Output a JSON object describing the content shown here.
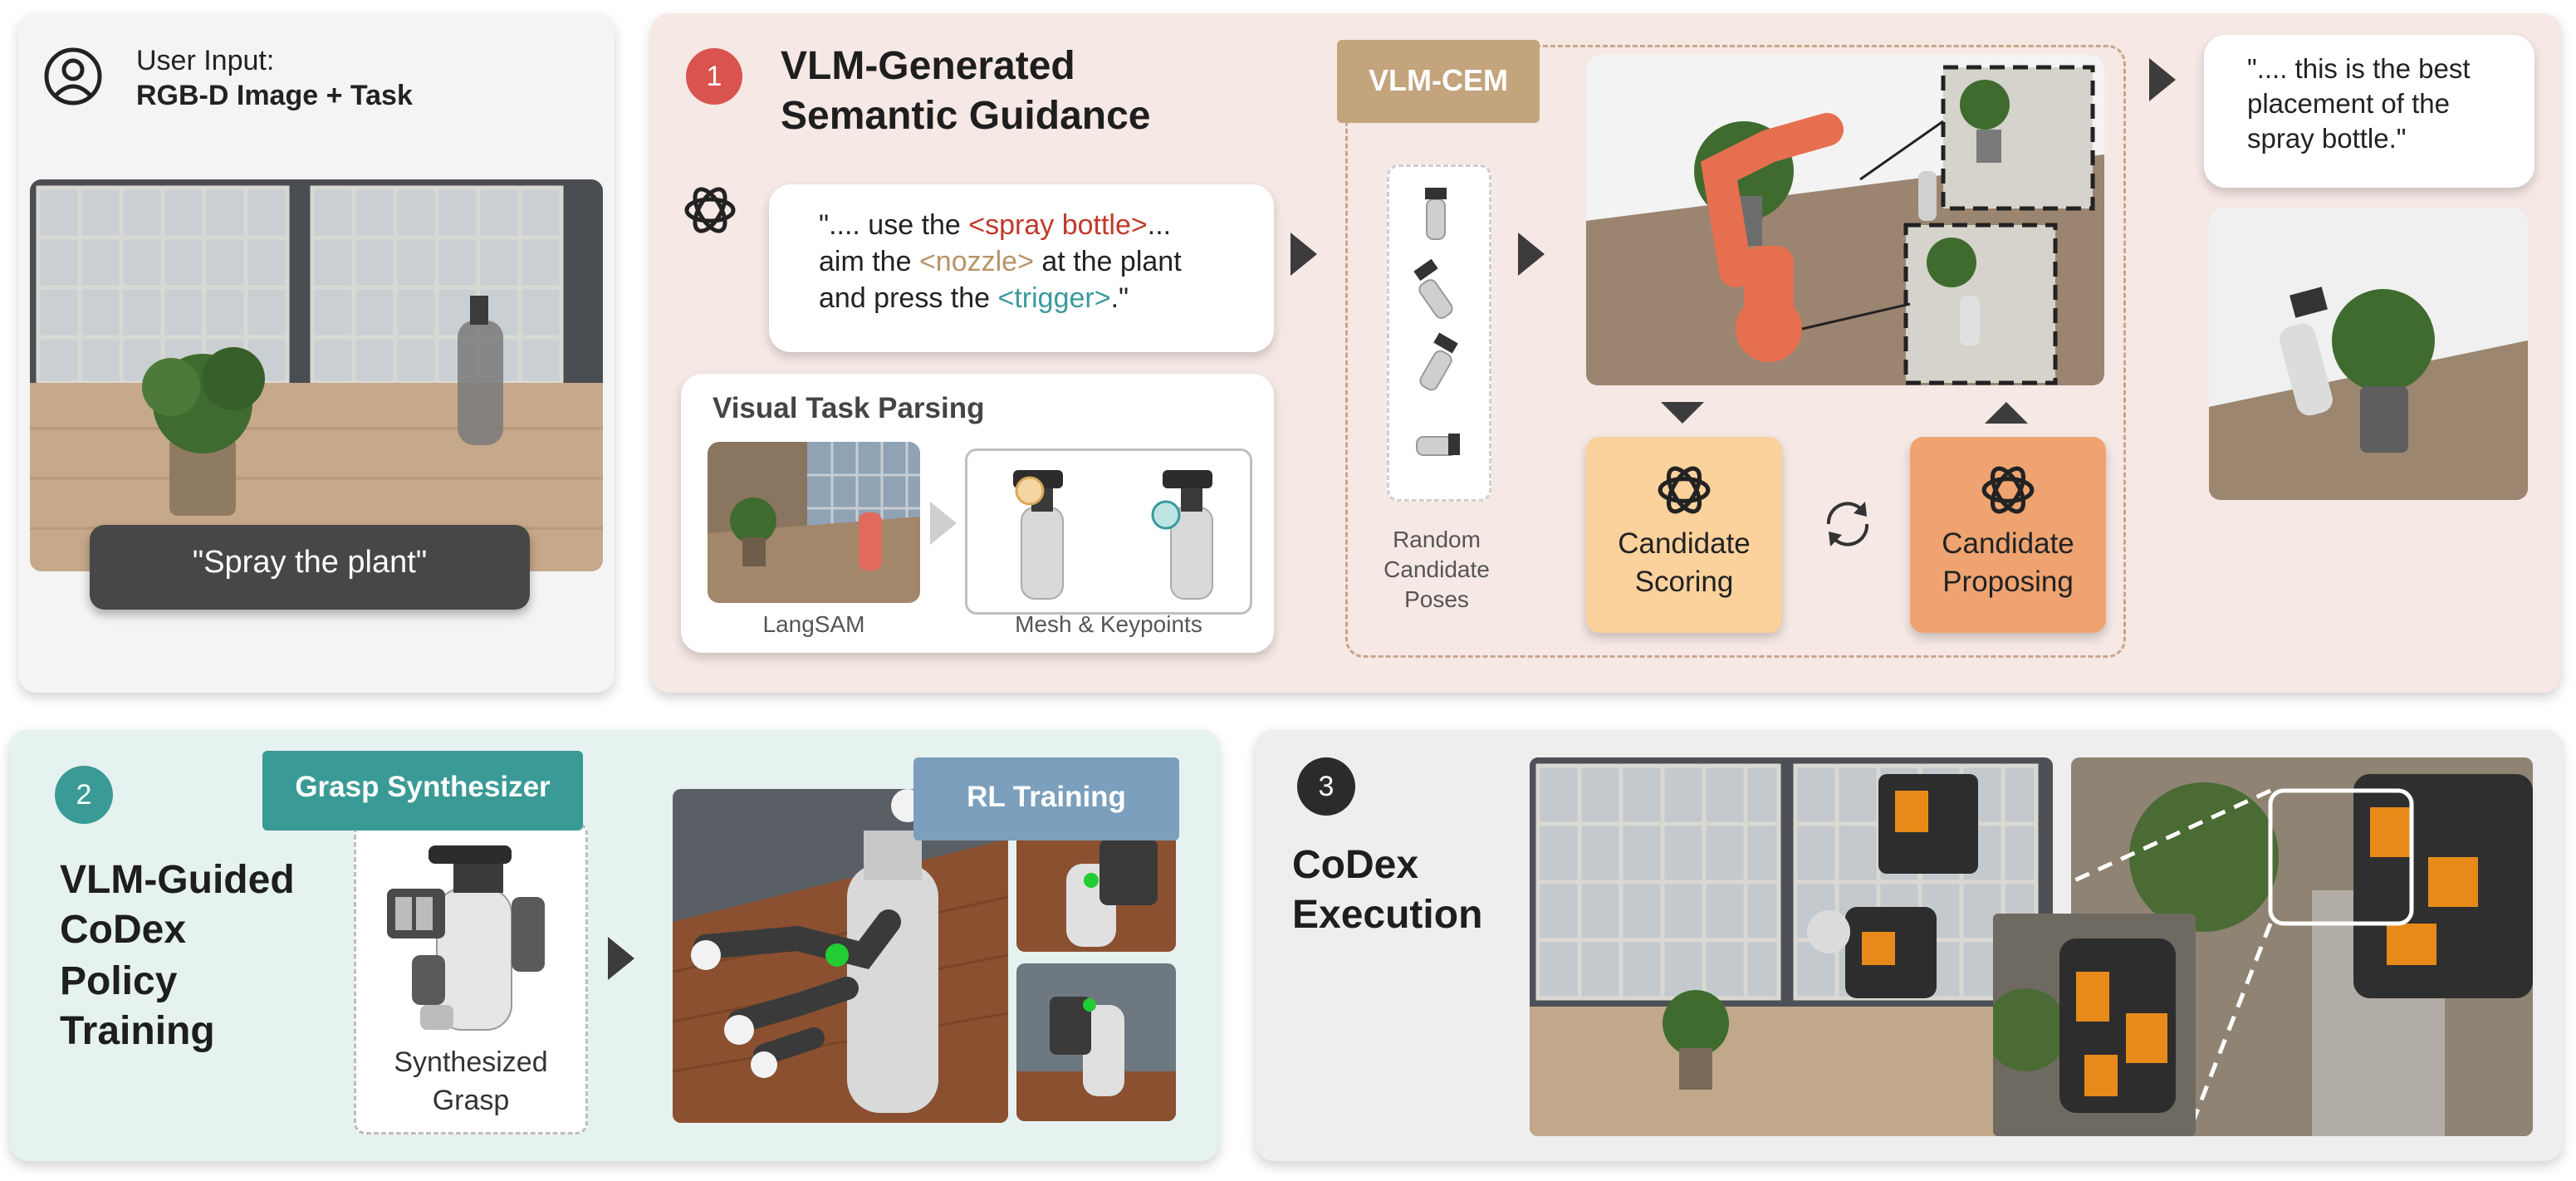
{
  "input_panel": {
    "heading_line1": "User Input:",
    "heading_line2": "RGB-D Image + Task",
    "task_label": "\"Spray the plant\""
  },
  "guidance_panel": {
    "step_number": "1",
    "title_line1": "VLM-Generated",
    "title_line2": "Semantic Guidance",
    "prompt": {
      "line1_a": "\".... use the ",
      "line1_tag": "<spray bottle>",
      "line1_b": "...",
      "line2_a": "aim the ",
      "line2_tag": "<nozzle>",
      "line2_b": " at the plant",
      "line3_a": "and press the ",
      "line3_tag": "<trigger>",
      "line3_b": ".\""
    },
    "parsing": {
      "title": "Visual Task Parsing",
      "caption_left": "LangSAM",
      "caption_right": "Mesh & Keypoints"
    },
    "cem": {
      "badge": "VLM-CEM",
      "random_label_l1": "Random",
      "random_label_l2": "Candidate",
      "random_label_l3": "Poses",
      "scoring_l1": "Candidate",
      "scoring_l2": "Scoring",
      "proposing_l1": "Candidate",
      "proposing_l2": "Proposing"
    },
    "result_quote_l1": "\".... this is the best",
    "result_quote_l2": "placement of the",
    "result_quote_l3": "spray bottle.\""
  },
  "training_panel": {
    "step_number": "2",
    "title_l1": "VLM-Guided",
    "title_l2": "CoDex",
    "title_l3": "Policy",
    "title_l4": "Training",
    "grasp_badge": "Grasp Synthesizer",
    "grasp_caption_l1": "Synthesized",
    "grasp_caption_l2": "Grasp",
    "rl_badge": "RL Training"
  },
  "exec_panel": {
    "step_number": "3",
    "title_l1": "CoDex",
    "title_l2": "Execution"
  },
  "colors": {
    "red_tag": "#c0392b",
    "tan_tag": "#b8936a",
    "teal_tag": "#3a9a9a",
    "step1": "#d9534f",
    "step2": "#3a9a96",
    "step3": "#2b2b2b",
    "vlm_cem": "#c4a47c",
    "scoring": "#fbd19c",
    "proposing": "#eea370",
    "grasp_synth": "#3a9a96",
    "rl_training": "#7b9fbc"
  }
}
